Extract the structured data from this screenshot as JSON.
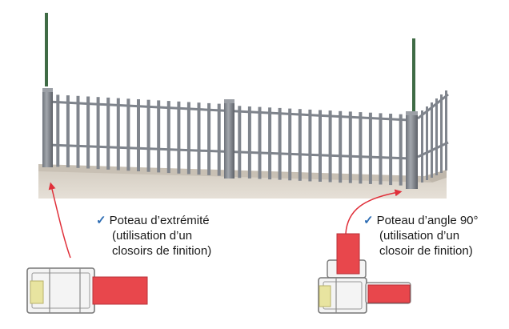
{
  "captions": {
    "end_post": {
      "title": "Poteau d’extrémité",
      "line2": "(utilisation d’un",
      "line3": "closoirs de finition)"
    },
    "angle_post": {
      "title": "Poteau d’angle 90°",
      "line2": "(utilisation d’un",
      "line3": "closoir de finition)"
    }
  },
  "check_glyph": "✓",
  "colors": {
    "wall": "#ddd6cc",
    "wall_top": "#cfc7bb",
    "post": "#8e9299",
    "post_dark": "#5f646b",
    "bar": "#7e838b",
    "green_pole": "#3f6b45",
    "accent_red": "#e8474c",
    "arrow_red": "#e0303a",
    "profile_outline": "#777777",
    "closer_yellow": "#e8e4a0"
  }
}
